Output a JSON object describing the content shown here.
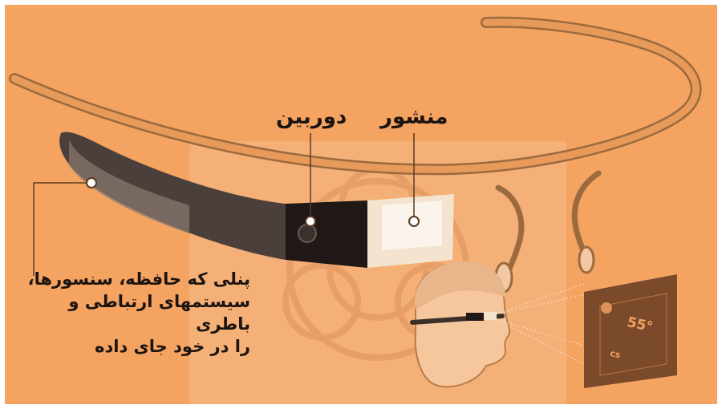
{
  "labels": {
    "camera": "دوربین",
    "prism": "منشور",
    "panel_lines": [
      "پنلی که حافظه، سنسورها،",
      "سیستمهای ارتباطی و باطری",
      "را در خود جای داده"
    ]
  },
  "hud": {
    "temperature": "55°",
    "small": "cs"
  },
  "colors": {
    "background": "#f4a361",
    "frame_band": "#d98c4e",
    "panel_dark": "#2b2320",
    "prism": "#f3e3cf",
    "leader_lines": "#5a3a22",
    "watermark": "#f7c8a0"
  }
}
